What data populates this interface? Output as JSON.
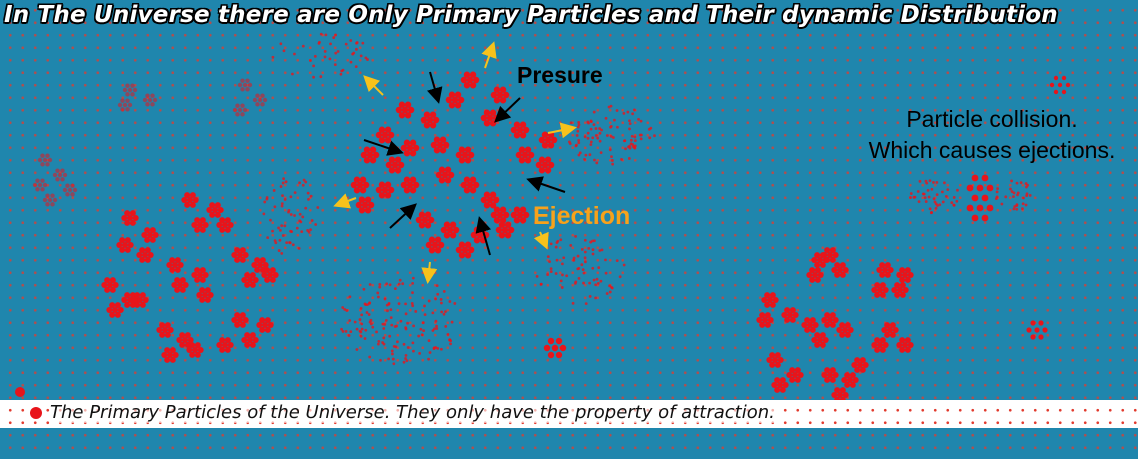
{
  "title": "In The Universe there are Only Primary Particles and Their dynamic Distribution",
  "labels": {
    "pressure": "Presure",
    "collision_line1": "Particle collision.",
    "collision_line2": "Which causes ejections.",
    "ejection": "Ejection"
  },
  "legend": {
    "text": "The Primary Particles of the Universe. They only have the property of attraction."
  },
  "colors": {
    "background": "#1f86ad",
    "particle": "#e8141a",
    "pressure_arrow": "#000000",
    "ejection_arrow": "#f7c21b",
    "ejection_text": "#f7a21b"
  }
}
